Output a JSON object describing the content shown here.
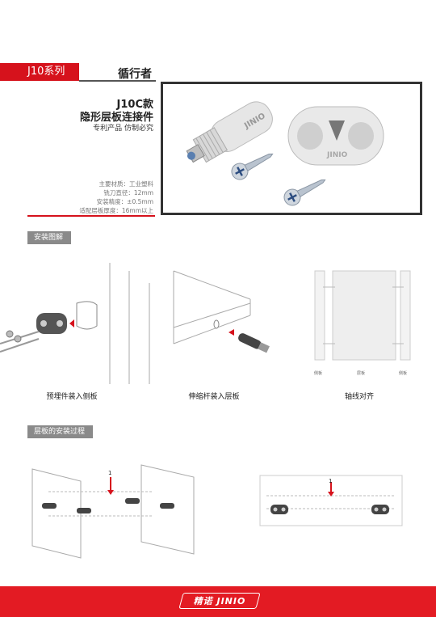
{
  "header": {
    "series": "J10系列",
    "brand": "循行者"
  },
  "product": {
    "model": "J10C款",
    "name": "隐形层板连接件",
    "patent": "专利产品  仿制必究"
  },
  "specs": [
    "主要材质：工业塑料",
    "铣刀直径：12mm",
    "安装精度：±0.5mm",
    "适配层板厚度：16mm以上"
  ],
  "photo": {
    "logo_text": "JINIO"
  },
  "install_diagram": {
    "title": "安装图解",
    "captions": [
      "预埋件装入侧板",
      "伸缩杆装入层板",
      "轴线对齐"
    ],
    "panel_labels": [
      "侧板",
      "层板",
      "侧板"
    ]
  },
  "process": {
    "title": "层板的安装过程",
    "step_marker": "1"
  },
  "footer": {
    "logo": "精诺 JINIO"
  },
  "colors": {
    "brand_red": "#d6121c",
    "tab_gray": "#8a8a8a"
  }
}
